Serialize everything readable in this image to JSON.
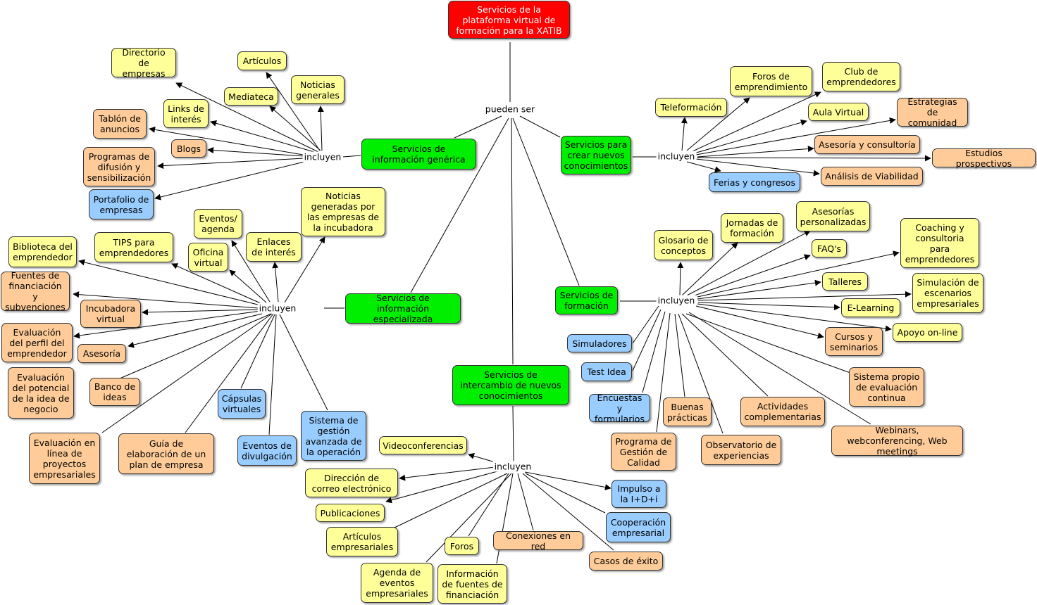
{
  "root": "Servicios de la plataforma virtual de formación para la XATIB",
  "categories": {
    "generica": "Servicios de información genérica",
    "especializada": "Servicios de información especializada",
    "crear": "Servicios para crear nuevos conocimientos",
    "formacion": "Servicios de formación",
    "intercambio": "Servicios de intercambio de nuevos conocimientos"
  },
  "links": {
    "pueden_ser": "pueden ser",
    "incluyen": "incluyen"
  },
  "generica_items": {
    "directorio": "Directorio de empresas",
    "articulos": "Artículos",
    "noticias": "Noticias generales",
    "mediateca": "Mediateca",
    "links_interes": "Links de interés",
    "tablon": "Tablón de anuncios",
    "blogs": "Blogs",
    "programas": "Programas de difusión y sensibilización",
    "portafolio": "Portafolio de empresas"
  },
  "especializada_items": {
    "noticias_incubadora": "Noticias generadas por las empresas de la incubadora",
    "eventos_agenda": "Eventos/ agenda",
    "enlaces": "Enlaces de interés",
    "biblioteca": "Biblioteca del emprendedor",
    "tips": "TIPS para emprendedores",
    "oficina": "Oficina virtual",
    "fuentes": "Fuentes de financiación y subvenciones",
    "incubadora": "Incubadora virtual",
    "evaluacion_perfil": "Evaluación del perfil del emprendedor",
    "asesoria": "Asesoría",
    "evaluacion_potencial": "Evaluación del potencial de la idea de negocio",
    "banco": "Banco de ideas",
    "capsulas": "Cápsulas virtuales",
    "sistema_gestion": "Sistema de gestión avanzada de la operación",
    "evaluacion_linea": "Evaluación en línea de proyectos empresariales",
    "guia": "Guía de elaboración de un plan de empresa",
    "eventos_divulgacion": "Eventos de divulgación"
  },
  "crear_items": {
    "foros_emprendimiento": "Foros de emprendimiento",
    "club": "Club de emprendedores",
    "teleformacion": "Teleformación",
    "aula": "Aula Virtual",
    "estrategias": "Estrategias de comunidad",
    "asesoria_consultoria": "Asesoría y consultoría",
    "estudios": "Estudios prospectivos",
    "analisis": "Análisis de Viabilidad",
    "ferias": "Ferias y congresos"
  },
  "formacion_items": {
    "asesorias_personalizadas": "Asesorías personalizadas",
    "jornadas": "Jornadas de formación",
    "glosario": "Glosario de conceptos",
    "coaching": "Coaching y consultoria para emprendedores",
    "faqs": "FAQ's",
    "talleres": "Talleres",
    "simulacion": "Simulación de escenarios empresariales",
    "elearning": "E-Learning",
    "apoyo": "Apoyo on-line",
    "cursos": "Cursos y seminarios",
    "simuladores": "Simuladores",
    "test_idea": "Test Idea",
    "sistema_evaluacion": "Sistema propio de evaluación continua",
    "encuestas": "Encuestas y formularios",
    "buenas": "Buenas prácticas",
    "actividades": "Actividades complementarias",
    "programa_calidad": "Programa de Gestión de Calidad",
    "observatorio": "Observatorio de experiencias",
    "webinars": "Webinars, webconferencing, Web meetings"
  },
  "intercambio_items": {
    "videoconferencias": "Videoconferencias",
    "correo": "Dirección de correo electrónico",
    "publicaciones": "Publicaciones",
    "impulso": "Impulso a la I+D+i",
    "cooperacion": "Cooperación empresarial",
    "articulos_empresariales": "Artículos empresariales",
    "foros": "Foros",
    "conexiones": "Conexiones en red",
    "casos": "Casos de éxito",
    "agenda": "Agenda de eventos empresariales",
    "informacion_fuentes": "Información de fuentes de financiación"
  }
}
